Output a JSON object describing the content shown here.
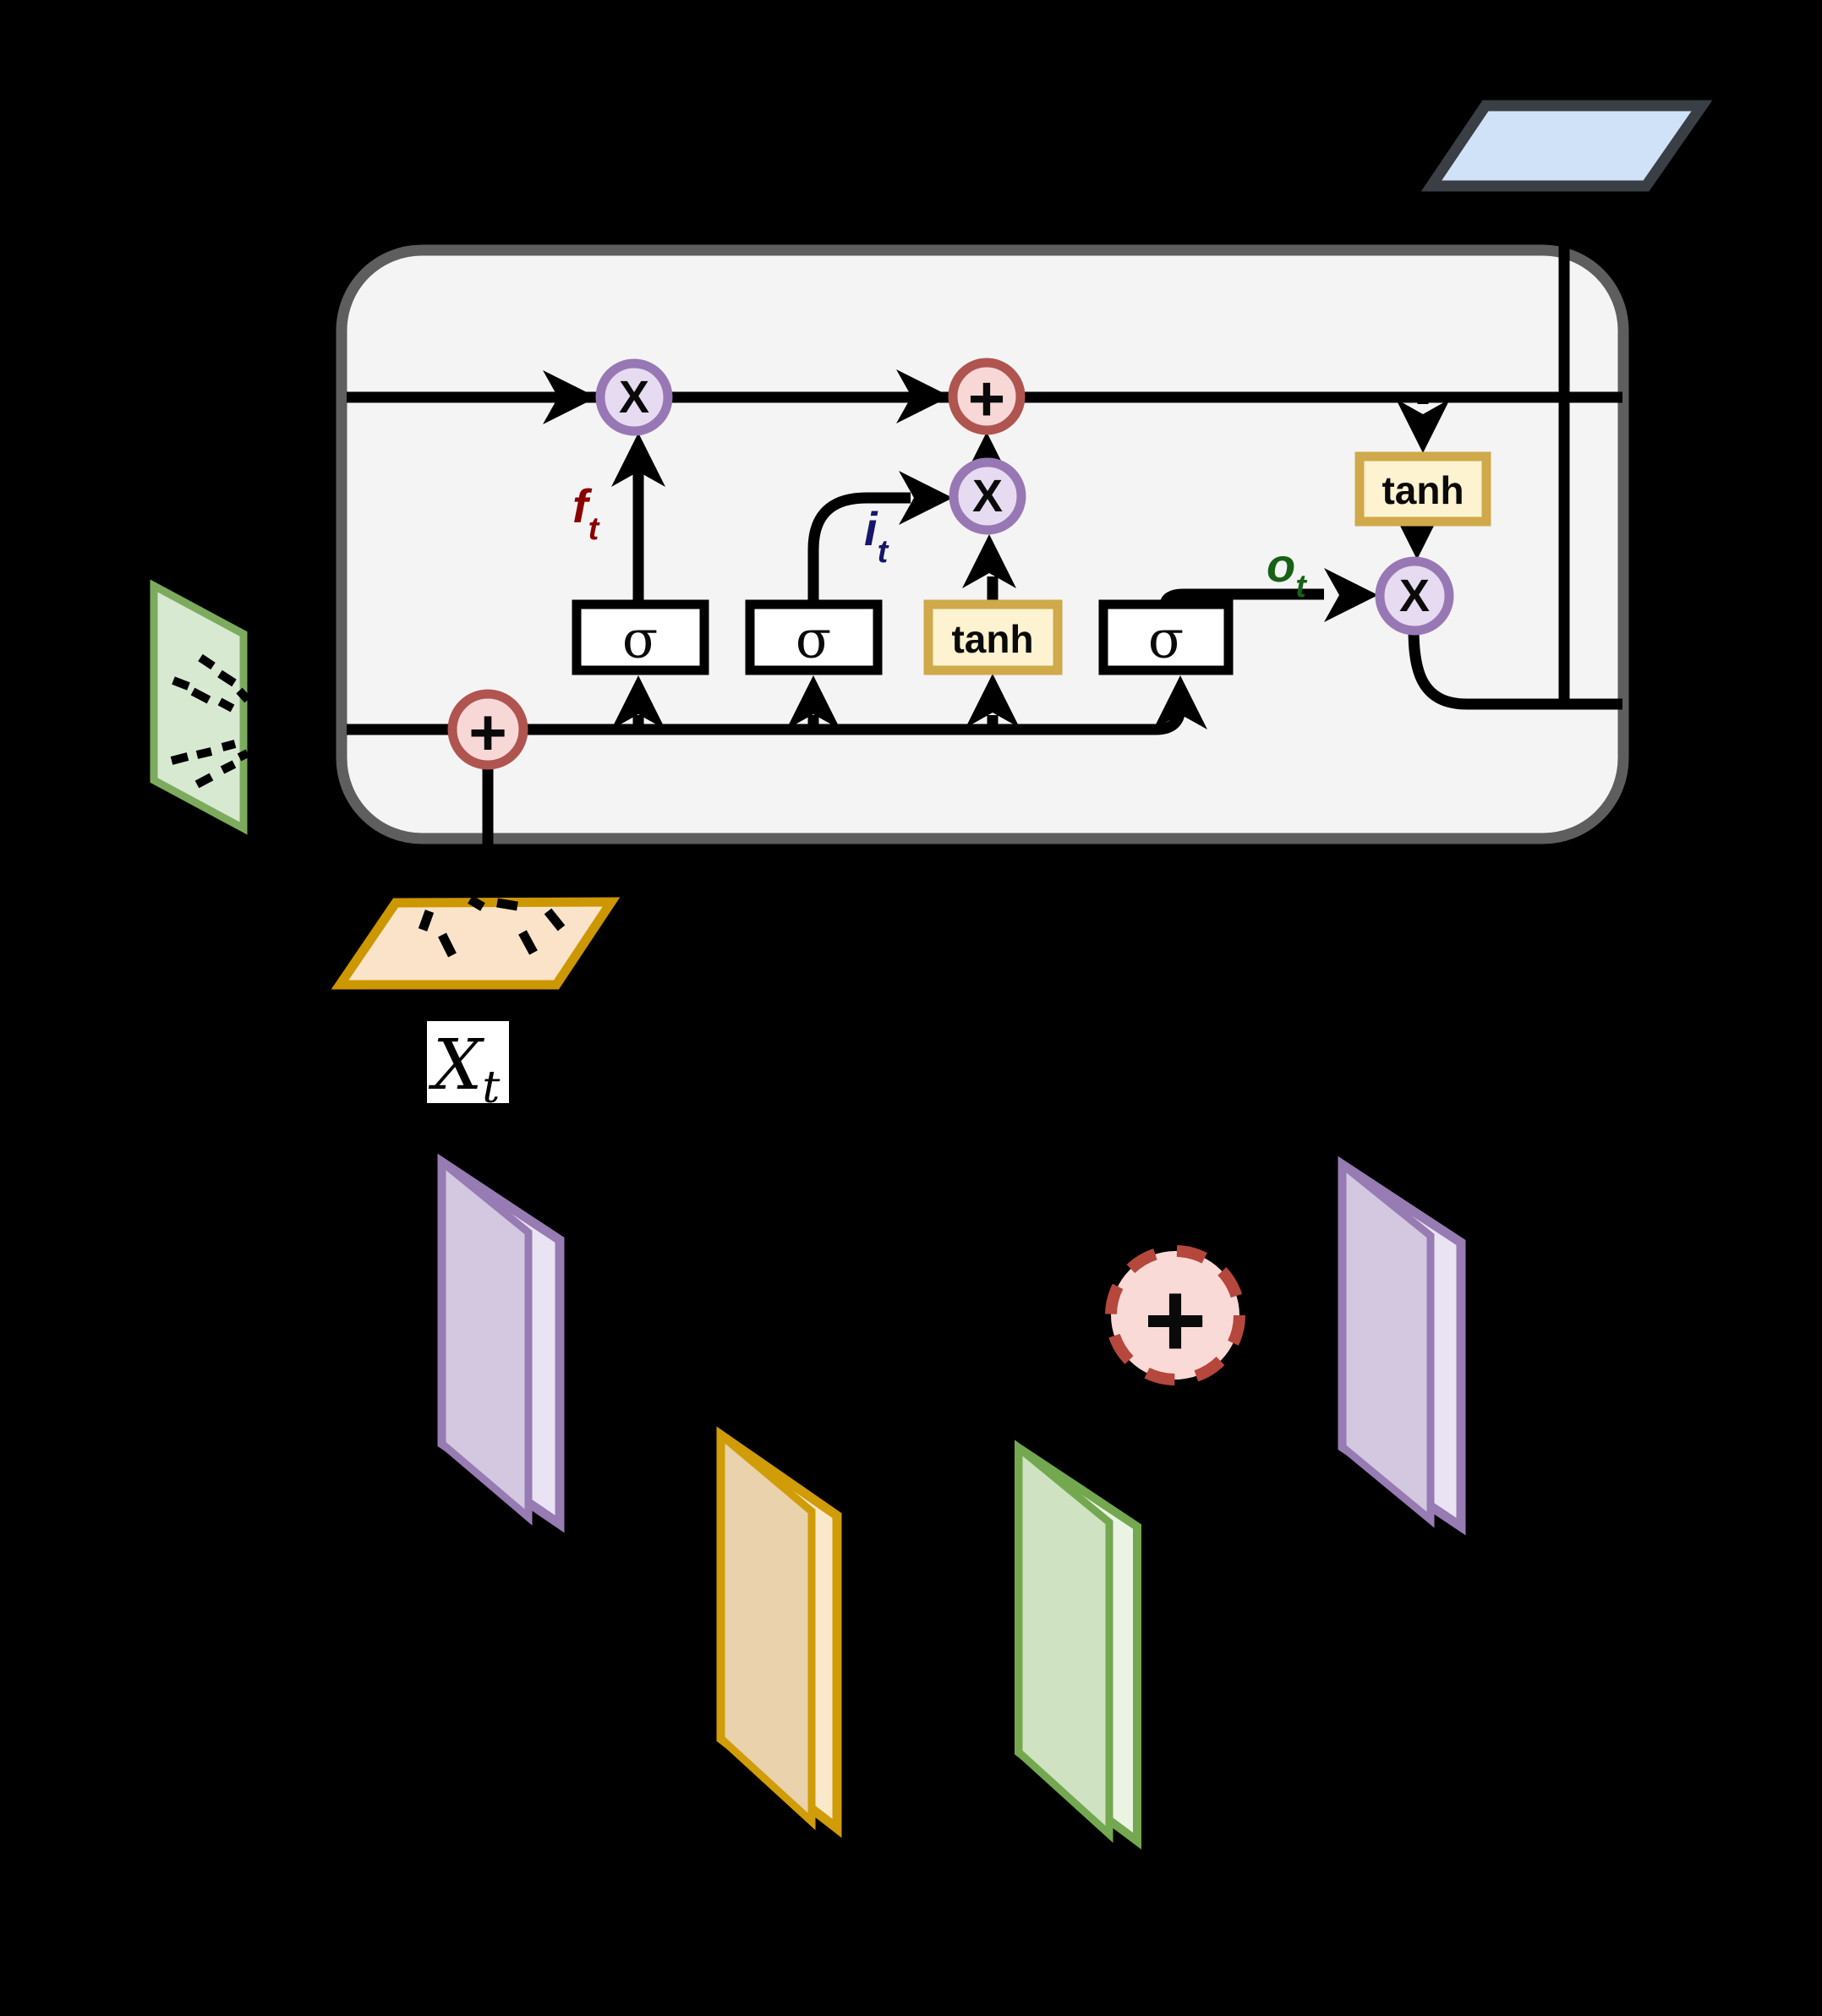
{
  "diagram": {
    "type": "convlstm-cell",
    "background_color": "#000000"
  },
  "cell": {
    "fill": "#f4f4f4",
    "border_color": "#5e5e5e"
  },
  "gates": [
    {
      "id": "forget-sigmoid",
      "label": "σ"
    },
    {
      "id": "input-sigmoid",
      "label": "σ"
    },
    {
      "id": "candidate-tanh",
      "label": "tanh"
    },
    {
      "id": "output-sigmoid",
      "label": "σ"
    }
  ],
  "output_activation": {
    "label": "tanh"
  },
  "gate_style": {
    "sigmoid_fill": "#ffffff",
    "sigmoid_border": "#000000",
    "tanh_fill": "#fdf3d0",
    "tanh_border": "#cfa94a"
  },
  "operators": {
    "forget_multiply": "X",
    "cell_add": "+",
    "input_multiply": "X",
    "output_multiply": "X",
    "input_sum_add": "+",
    "fusion_add": "+"
  },
  "operator_style": {
    "multiply_fill": "#e6dbf0",
    "multiply_ring": "#9878b4",
    "add_fill": "#f8d8d6",
    "add_ring": "#b05450",
    "fusion_fill": "#f9dad6",
    "fusion_ring": "#b5473c"
  },
  "signals": {
    "forget": {
      "base": "f",
      "sub": "t",
      "color": "#8b0000"
    },
    "input": {
      "base": "i",
      "sub": "t",
      "color": "#16166b"
    },
    "output": {
      "base": "o",
      "sub": "t",
      "color": "#176117"
    }
  },
  "input_label": {
    "base": "X",
    "sub": "t",
    "box_fill": "#ffffff"
  },
  "planes": {
    "hidden_out": {
      "fill": "#cfe2f8",
      "border": "#3a3e45"
    },
    "hidden_in": {
      "fill": "#d8e9d2",
      "border": "#7cab5d"
    },
    "input_frame": {
      "fill": "#fbe3c9",
      "border": "#cc9700"
    }
  },
  "feature_slabs": [
    {
      "id": "slab-purple-left",
      "front": "#d3c8e0",
      "side": "#eae3f3",
      "border": "#977bb3"
    },
    {
      "id": "slab-orange",
      "front": "#e9d2ac",
      "side": "#fae8cb",
      "border": "#d09c07"
    },
    {
      "id": "slab-green",
      "front": "#cfe3c2",
      "side": "#ebf4e3",
      "border": "#74a850"
    },
    {
      "id": "slab-purple-right",
      "front": "#d3c8e0",
      "side": "#eae3f3",
      "border": "#977bb3"
    }
  ],
  "wire_color": "#000000"
}
